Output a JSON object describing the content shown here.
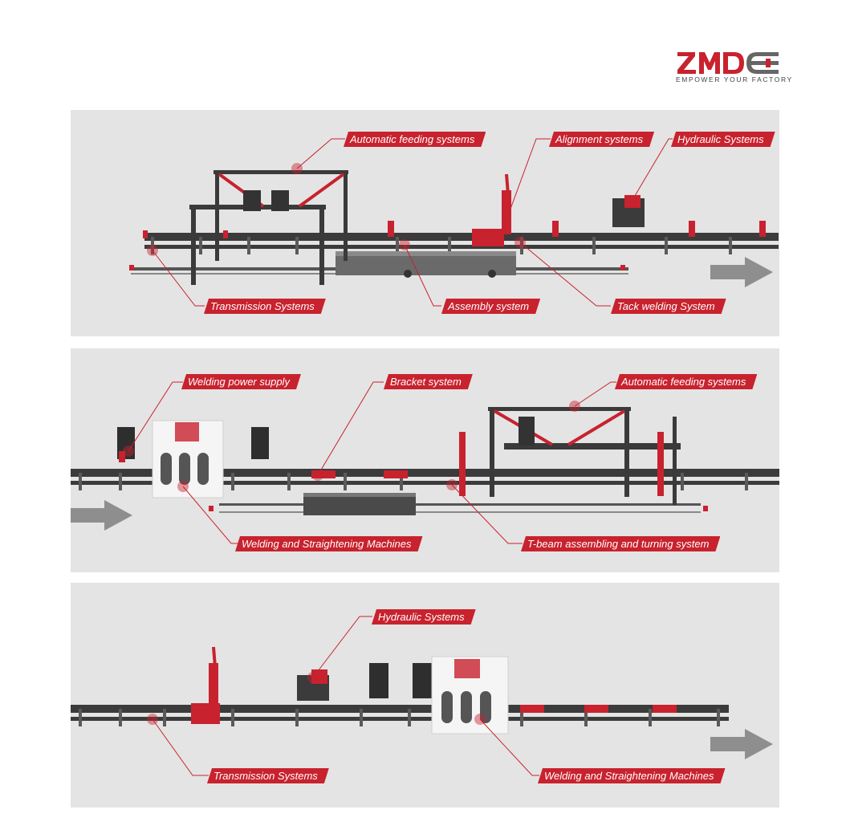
{
  "logo": {
    "wordmark": "ZMDE",
    "tagline": "EMPOWER YOUR FACTORY"
  },
  "colors": {
    "accent": "#c8222e",
    "panel_bg": "#e4e4e4",
    "frame": "#3b3b3b",
    "arrow": "#8e8e8e"
  },
  "panels": [
    {
      "labels": [
        "Automatic feeding systems",
        "Alignment systems",
        "Hydraulic Systems",
        "Transmission Systems",
        "Assembly system",
        "Tack welding System"
      ]
    },
    {
      "labels": [
        "Welding power supply",
        "Bracket system",
        "Automatic feeding systems",
        "Welding and Straightening Machines",
        "T-beam assembling and turning system"
      ]
    },
    {
      "labels": [
        "Hydraulic Systems",
        "Transmission Systems",
        "Welding and Straightening Machines"
      ]
    }
  ]
}
